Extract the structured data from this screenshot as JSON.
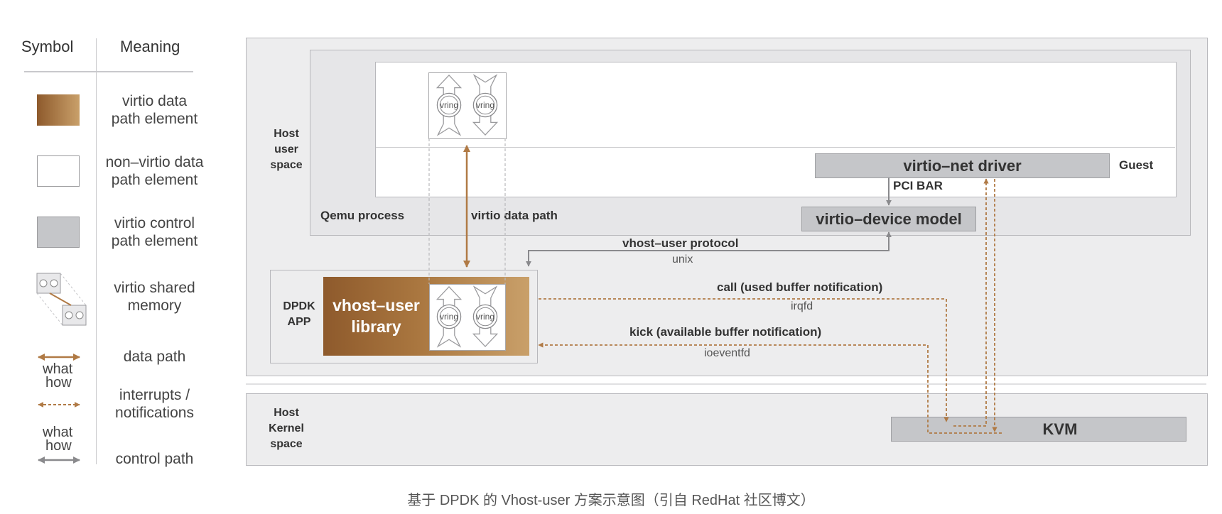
{
  "legend": {
    "header_symbol": "Symbol",
    "header_meaning": "Meaning",
    "rows": [
      {
        "meaning_line1": "virtio data",
        "meaning_line2": "path element"
      },
      {
        "meaning_line1": "non–virtio data",
        "meaning_line2": "path element"
      },
      {
        "meaning_line1": "virtio control",
        "meaning_line2": "path element"
      },
      {
        "meaning_line1": "virtio shared",
        "meaning_line2": "memory"
      },
      {
        "meaning_line1": "data path",
        "meaning_line2": ""
      },
      {
        "meaning_line1": "interrupts /",
        "meaning_line2": "notifications"
      },
      {
        "meaning_line1": "control path",
        "meaning_line2": ""
      }
    ],
    "what_label": "what",
    "how_label": "how"
  },
  "diagram": {
    "host_user_space": [
      "Host",
      "user",
      "space"
    ],
    "host_kernel_space": [
      "Host",
      "Kernel",
      "space"
    ],
    "qemu_process": "Qemu process",
    "guest": "Guest",
    "virtio_net_driver": "virtio–net driver",
    "pci_bar": "PCI BAR",
    "virtio_device_model": "virtio–device model",
    "virtio_data_path": "virtio data path",
    "vhost_user_protocol": "vhost–user protocol",
    "unix": "unix",
    "dpdk_app": [
      "DPDK",
      "APP"
    ],
    "vhost_user_library": [
      "vhost–user",
      "library"
    ],
    "call_label": "call (used buffer notification)",
    "irqfd": "irqfd",
    "kick_label": "kick (available buffer notification)",
    "ioeventfd": "ioeventfd",
    "kvm": "KVM",
    "vring": "vring"
  },
  "caption": "基于 DPDK 的 Vhost-user 方案示意图（引自 RedHat 社区博文）",
  "colors": {
    "copper_dark": "#8e5a2c",
    "copper_light": "#c9a06a",
    "control_gray": "#c5c6c9",
    "arrow_gray": "#8a8a8d",
    "region_light": "#ededee"
  }
}
